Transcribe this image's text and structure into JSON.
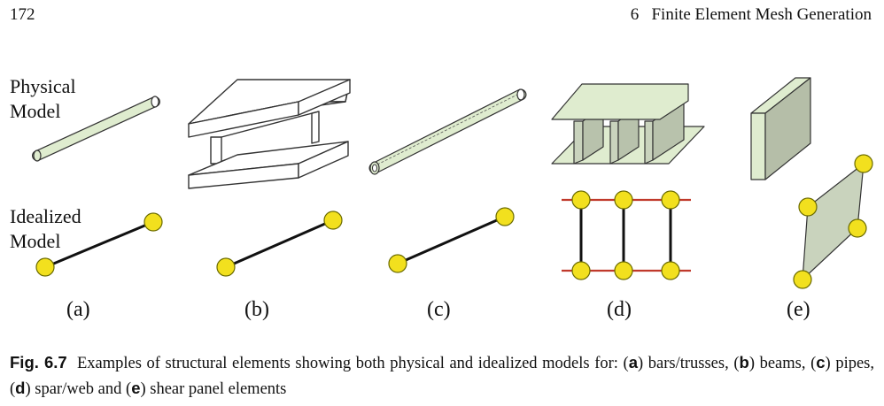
{
  "header": {
    "page_number": "172",
    "chapter": "6   Finite Element Mesh Generation"
  },
  "row_labels": {
    "physical": [
      "Physical",
      "Model"
    ],
    "idealized": [
      "Idealized",
      "Model"
    ]
  },
  "panels": [
    {
      "label": "(a)"
    },
    {
      "label": "(b)"
    },
    {
      "label": "(c)"
    },
    {
      "label": "(d)"
    },
    {
      "label": "(e)"
    }
  ],
  "caption": {
    "fig": "Fig. 6.7",
    "lead": "Examples of structural elements showing both physical and idealized models for: (",
    "a": "a",
    "t_a": ") bars/trusses, (",
    "b": "b",
    "t_b": ") beams, (",
    "c": "c",
    "t_c": ") pipes, (",
    "d": "d",
    "t_d": ") spar/web and (",
    "e": "e",
    "t_e": ") shear panel elements"
  },
  "colors": {
    "node": "#f2e01e",
    "node_stroke": "#6b6b00",
    "spar": "#c0392b",
    "panel_fill": "#c9d3bd",
    "physical_fill": "#dfeccf"
  }
}
